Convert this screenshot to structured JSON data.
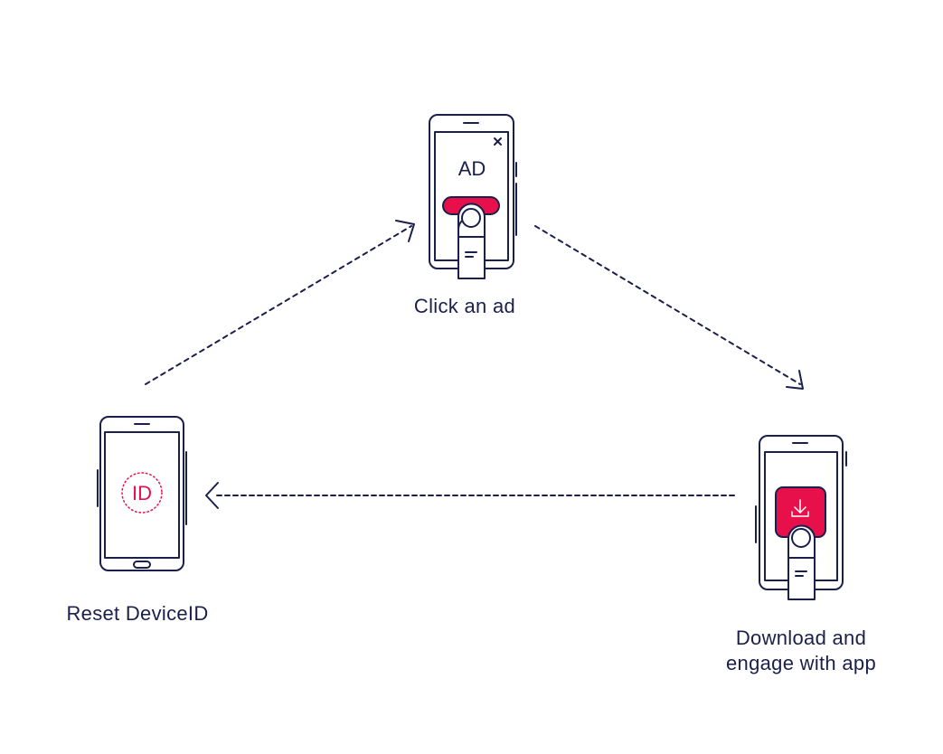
{
  "colors": {
    "ink": "#1b1f4b",
    "accent": "#e8104a"
  },
  "steps": {
    "click_ad": {
      "label": "Click an ad",
      "screen_text": "AD",
      "icons": [
        "close-icon",
        "finger-tap-icon"
      ]
    },
    "download": {
      "label_line1": "Download and",
      "label_line2": "engage with app",
      "icons": [
        "download-icon",
        "finger-tap-icon"
      ]
    },
    "reset": {
      "label": "Reset DeviceID",
      "screen_text": "ID"
    }
  }
}
